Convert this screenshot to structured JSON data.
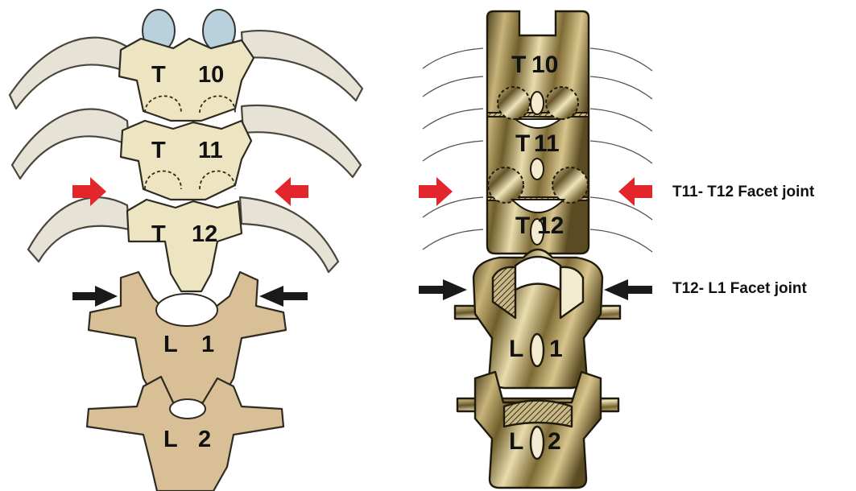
{
  "left_figure": {
    "vertebrae": [
      {
        "letter": "T",
        "number": "10"
      },
      {
        "letter": "T",
        "number": "11"
      },
      {
        "letter": "T",
        "number": "12"
      },
      {
        "letter": "L",
        "number": "1"
      },
      {
        "letter": "L",
        "number": "2"
      }
    ]
  },
  "right_figure": {
    "vertebrae": [
      {
        "letter": "T",
        "number": "10"
      },
      {
        "letter": "T",
        "number": "11"
      },
      {
        "letter": "T",
        "number": "12"
      },
      {
        "letter": "L",
        "number": "1"
      },
      {
        "letter": "L",
        "number": "2"
      }
    ]
  },
  "annotations": {
    "t11_t12": "T11- T12 Facet joint",
    "t12_l1": "T12- L1 Facet joint"
  },
  "colors": {
    "red_arrow": "#e3262b",
    "black_arrow": "#1a1a1a",
    "thoracic_bone": "#ece3bf",
    "lumbar_bone": "#d6bd93",
    "rib": "#e4e0d4",
    "disc": "#b9d2de",
    "model_gold": "#a38d55",
    "model_dark": "#4d3f1c"
  }
}
